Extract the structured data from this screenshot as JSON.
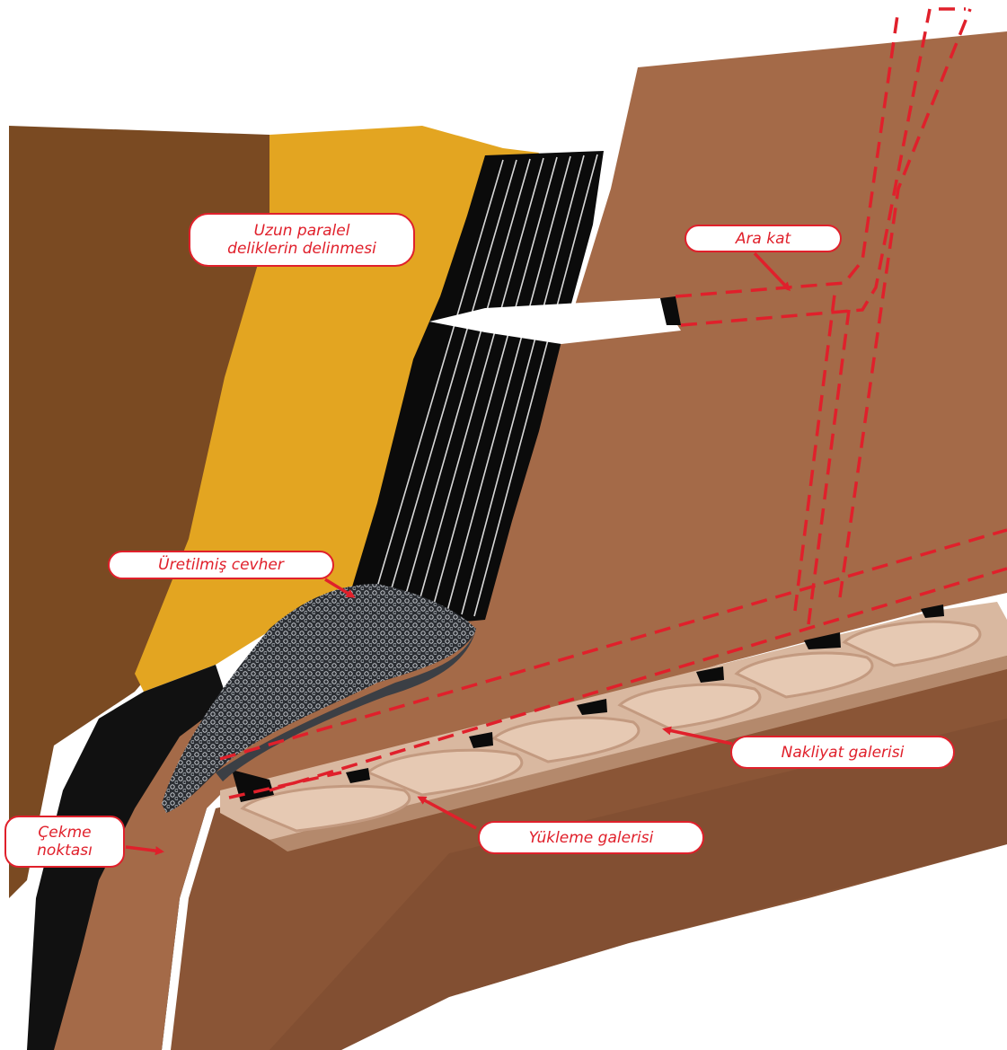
{
  "labels": {
    "drilling": "Uzun paralel\ndeliklerin delinmesi",
    "sublevel": "Ara kat",
    "ore": "Üretilmiş cevher",
    "haulage": "Nakliyat galerisi",
    "loading": "Yükleme galerisi",
    "drawpoint": "Çekme\nnoktası"
  },
  "colors": {
    "accent": "#e0202b",
    "rock": "#a46a48",
    "rock_dark": "#6e4330",
    "ore_body": "#e3a521",
    "host_rock": "#7a4a22",
    "stope": "#0b0b0b",
    "gallery_floor": "#d9b8a0"
  }
}
